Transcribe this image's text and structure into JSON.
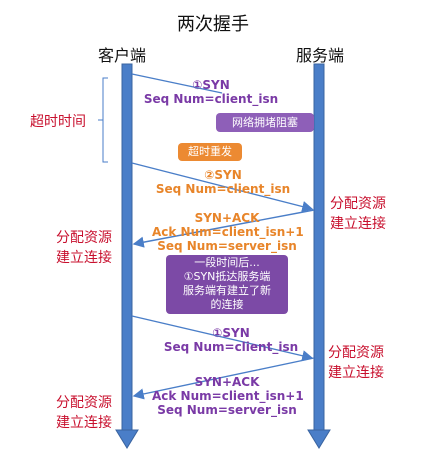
{
  "title": "两次握手",
  "client_label": "客户端",
  "server_label": "服务端",
  "timeout_label": "超时时间",
  "messages": {
    "m1_line1": "①SYN",
    "m1_line2": "Seq Num=client_isn",
    "m2_line1": "②SYN",
    "m2_line2": "Seq Num=client_isn",
    "m3_line1": "SYN+ACK",
    "m3_line2": "Ack Num=client_isn+1",
    "m3_line3": "Seq Num=server_isn",
    "m4_line1": "①SYN",
    "m4_line2": "Seq Num=client_isn",
    "m5_line1": "SYN+ACK",
    "m5_line2": "Ack Num=client_isn+1",
    "m5_line3": "Seq Num=server_isn"
  },
  "boxes": {
    "congestion": "网络拥堵阻塞",
    "retransmit": "超时重发",
    "note_line1": "一段时间后...",
    "note_line2": "①SYN抵达服务端",
    "note_line3": "服务端有建立了新",
    "note_line4": "的连接"
  },
  "alloc": {
    "server1_line1": "分配资源",
    "server1_line2": "建立连接",
    "client1_line1": "分配资源",
    "client1_line2": "建立连接",
    "server2_line1": "分配资源",
    "server2_line2": "建立连接",
    "client2_line1": "分配资源",
    "client2_line2": "建立连接"
  },
  "colors": {
    "timeline": "#4a7ec8",
    "timeline_border": "#3a64a0",
    "purple_text": "#7a3aa6",
    "orange_text": "#e8852a",
    "red_text": "#c8102e",
    "congestion_box": "#8e5fb8",
    "retransmit_box": "#ec8a32",
    "note_box": "#7c4aa6"
  }
}
